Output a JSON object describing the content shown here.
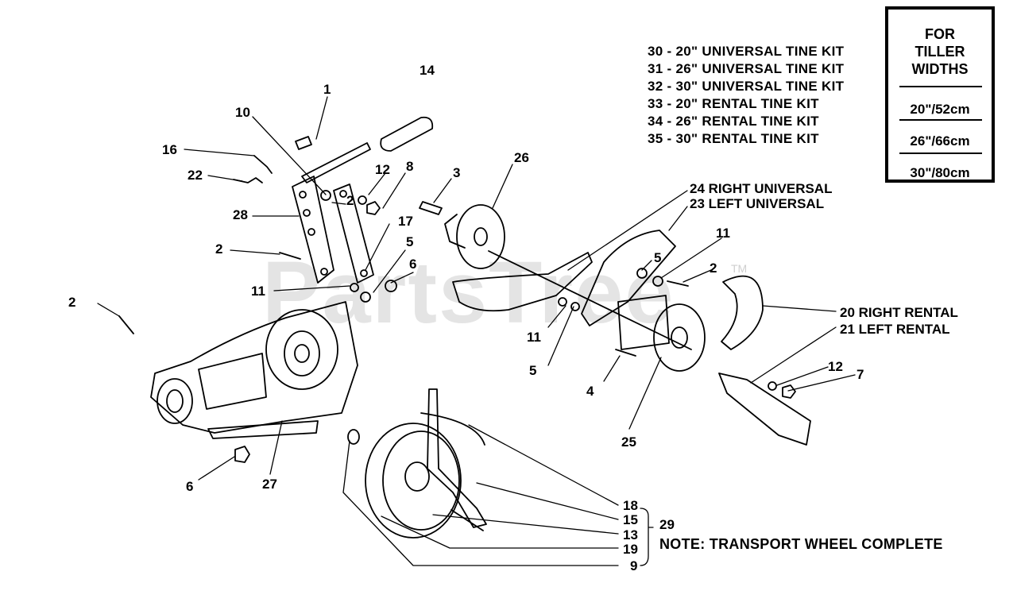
{
  "watermark": {
    "text": "PartsTree",
    "tm": "TM"
  },
  "kit_list": [
    "30 - 20\" UNIVERSAL TINE KIT",
    "31 - 26\" UNIVERSAL TINE KIT",
    "32 - 30\" UNIVERSAL TINE KIT",
    "33 - 20\" RENTAL TINE KIT",
    "34 - 26\" RENTAL TINE KIT",
    "35 - 30\" RENTAL TINE KIT"
  ],
  "width_box": {
    "heading": [
      "FOR",
      "TILLER",
      "WIDTHS"
    ],
    "widths": [
      "20\"/52cm",
      "26\"/66cm",
      "30\"/80cm"
    ]
  },
  "callouts": {
    "c1": "1",
    "c14": "14",
    "c10": "10",
    "c16": "16",
    "c22": "22",
    "c12a": "12",
    "c8": "8",
    "c3": "3",
    "c26": "26",
    "c28": "28",
    "c2a": "2",
    "c17": "17",
    "c2b": "2",
    "c5a": "5",
    "c6a": "6",
    "c11a": "11",
    "c2c": "2",
    "c11b": "11",
    "c5b": "5",
    "c2d": "2",
    "c11c": "11",
    "c5c": "5",
    "c4": "4",
    "c25": "25",
    "c12b": "12",
    "c7": "7",
    "c6b": "6",
    "c27": "27",
    "c18": "18",
    "c15": "15",
    "c13": "13",
    "c19": "19",
    "c9": "9",
    "c29": "29",
    "right_universal": "24 RIGHT UNIVERSAL",
    "left_universal": "23 LEFT UNIVERSAL",
    "right_rental": "20 RIGHT RENTAL",
    "left_rental": "21 LEFT RENTAL"
  },
  "note": "NOTE:  TRANSPORT WHEEL COMPLETE"
}
